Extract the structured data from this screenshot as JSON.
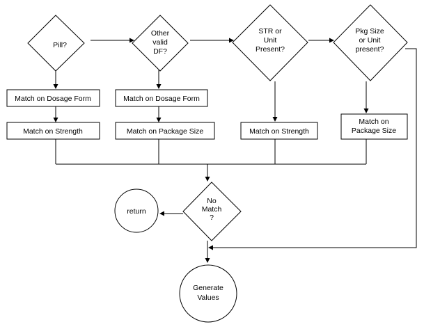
{
  "diagram": {
    "decisions": {
      "pill": [
        "Pill?"
      ],
      "other_df": [
        "Other",
        "valid",
        "DF?"
      ],
      "str_unit": [
        "STR or",
        "Unit",
        "Present?"
      ],
      "pkg_size": [
        "Pkg Size",
        "or Unit",
        "present?"
      ],
      "no_match": [
        "No",
        "Match",
        "?"
      ]
    },
    "boxes": {
      "pill_dosage_form": [
        "Match on Dosage Form"
      ],
      "pill_strength": [
        "Match on Strength"
      ],
      "df_dosage_form": [
        "Match on Dosage Form"
      ],
      "df_package_size": [
        "Match on Package Size"
      ],
      "str_strength": [
        "Match on Strength"
      ],
      "pkg_package_size": [
        "Match on",
        "Package Size"
      ]
    },
    "terminals": {
      "return": [
        "return"
      ],
      "generate": [
        "Generate",
        "Values"
      ]
    }
  }
}
